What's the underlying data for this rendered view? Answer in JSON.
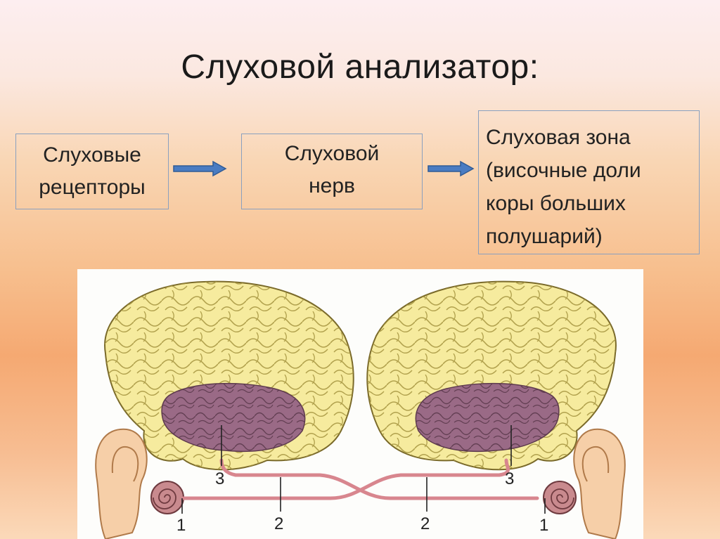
{
  "title": "Слуховой анализатор:",
  "flow": {
    "step1": [
      "Слуховые",
      "рецепторы"
    ],
    "step2": [
      "Слуховой",
      "нерв"
    ],
    "step3": [
      "Слуховая зона",
      "(височные доли",
      "коры больших",
      "полушарий)"
    ]
  },
  "figure": {
    "labels": [
      "3",
      "2",
      "1",
      "2",
      "3",
      "1"
    ]
  },
  "colors": {
    "arrow_fill": "#4a7cc2",
    "arrow_stroke": "#2f5b95",
    "box_border": "#8aa0bf",
    "brain_fill": "#f6eb9e",
    "temporal_lobe": "#9a6a86",
    "nerve": "#d8868e"
  }
}
